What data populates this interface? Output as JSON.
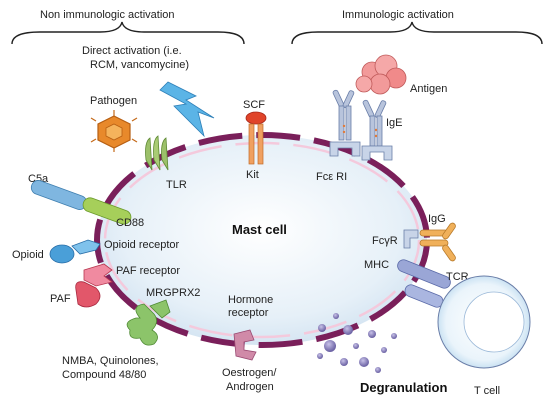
{
  "headers": {
    "non_immunologic": "Non immunologic activation",
    "immunologic": "Immunologic activation"
  },
  "cell_label": "Mast cell",
  "direct_activation": {
    "line1": "Direct activation (i.e.",
    "line2": "RCM, vancomycine)"
  },
  "labels": {
    "pathogen": "Pathogen",
    "scf": "SCF",
    "kit": "Kit",
    "tlr": "TLR",
    "c5a": "C5a",
    "cd88": "CD88",
    "opioid": "Opioid",
    "opioid_receptor": "Opioid receptor",
    "paf": "PAF",
    "paf_receptor": "PAF receptor",
    "mrgprx2": "MRGPRX2",
    "hormone_receptor_1": "Hormone",
    "hormone_receptor_2": "receptor",
    "nmba_1": "NMBA, Quinolones,",
    "nmba_2": "Compound 48/80",
    "oestrogen_1": "Oestrogen/",
    "oestrogen_2": "Androgen",
    "antigen": "Antigen",
    "ige": "IgE",
    "fceri": "Fcε RI",
    "igg": "IgG",
    "fcgr": "FcγR",
    "mhc": "MHC",
    "tcr": "TCR",
    "tcell": "T cell",
    "degranulation": "Degranulation"
  },
  "colors": {
    "membrane": "#7a1f5a",
    "cytoplasm": "#e8f1f8",
    "pathogen": "#e8892b",
    "lightning": "#4aa3d9",
    "scf": "#e0442a",
    "kit": "#f0a060",
    "tlr": "#9cc06a",
    "c5a": "#7fb6e0",
    "cd88": "#a6cf5a",
    "opioid": "#4a9fd8",
    "paf": "#e2576a",
    "mrgprx2": "#8cc46a",
    "oestrogen": "#d08aa8",
    "antigen": "#f08a8a",
    "antibody": "#b8c4dc",
    "igg": "#f0b05a",
    "tcr": "#8a9ad0",
    "tcell_nucleus": "#cfe6f6",
    "granule": "#8a82b8"
  }
}
